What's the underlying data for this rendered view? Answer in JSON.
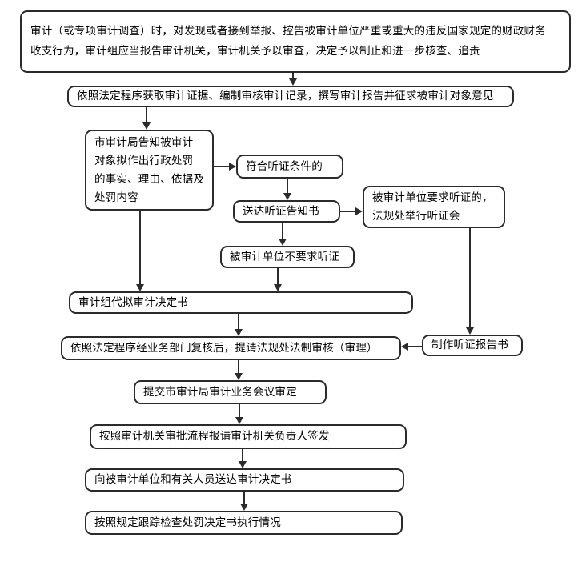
{
  "diagram": {
    "type": "flowchart",
    "colors": {
      "border": "#2b2b2b",
      "background": "#ffffff",
      "text": "#000000"
    },
    "nodes": [
      {
        "id": "report-violation",
        "label": "审计（或专项审计调查）时，对发现或者接到举报、控告被审计单位严重或重大的违反国家规定的财政财务\n收支行为，审计组应当报告审计机关，审计机关予以审查，决定予以制止和进一步核查、追责"
      },
      {
        "id": "obtain-evidence",
        "label": "依照法定程序获取审计证据、编制审核审计记录，撰写审计报告并征求被审计对象意见"
      },
      {
        "id": "notify-penalty",
        "label": "市审计局告知被审计\n对象拟作出行政处罚\n的事实、理由、依据及\n处罚内容"
      },
      {
        "id": "meets-hearing-criteria",
        "label": "符合听证条件的"
      },
      {
        "id": "deliver-hearing-notice",
        "label": "送达听证告知书"
      },
      {
        "id": "hearing-requested",
        "label": "被审计单位要求听证的，\n法规处举行听证会"
      },
      {
        "id": "hearing-not-requested",
        "label": "被审计单位不要求听证"
      },
      {
        "id": "draft-audit-decision",
        "label": "审计组代拟审计决定书"
      },
      {
        "id": "legal-review",
        "label": "依照法定程序经业务部门复核后，提请法规处法制审核（审理）"
      },
      {
        "id": "hearing-report",
        "label": "制作听证报告书"
      },
      {
        "id": "audit-business-meeting",
        "label": "提交市审计局审计业务会议审定"
      },
      {
        "id": "leader-signoff",
        "label": "按照审计机关审批流程报请审计机关负责人签发"
      },
      {
        "id": "deliver-audit-decision",
        "label": "向被审计单位和有关人员送达审计决定书"
      },
      {
        "id": "follow-up-check",
        "label": "按照规定跟踪检查处罚决定书执行情况"
      }
    ],
    "edges": [
      {
        "from": "report-violation",
        "to": "obtain-evidence"
      },
      {
        "from": "obtain-evidence",
        "to": "notify-penalty"
      },
      {
        "from": "notify-penalty",
        "to": "meets-hearing-criteria"
      },
      {
        "from": "meets-hearing-criteria",
        "to": "deliver-hearing-notice"
      },
      {
        "from": "deliver-hearing-notice",
        "to": "hearing-requested"
      },
      {
        "from": "deliver-hearing-notice",
        "to": "hearing-not-requested"
      },
      {
        "from": "notify-penalty",
        "to": "draft-audit-decision"
      },
      {
        "from": "hearing-not-requested",
        "to": "draft-audit-decision"
      },
      {
        "from": "draft-audit-decision",
        "to": "legal-review"
      },
      {
        "from": "hearing-requested",
        "to": "hearing-report"
      },
      {
        "from": "hearing-report",
        "to": "legal-review"
      },
      {
        "from": "legal-review",
        "to": "audit-business-meeting"
      },
      {
        "from": "audit-business-meeting",
        "to": "leader-signoff"
      },
      {
        "from": "leader-signoff",
        "to": "deliver-audit-decision"
      },
      {
        "from": "deliver-audit-decision",
        "to": "follow-up-check"
      }
    ]
  }
}
